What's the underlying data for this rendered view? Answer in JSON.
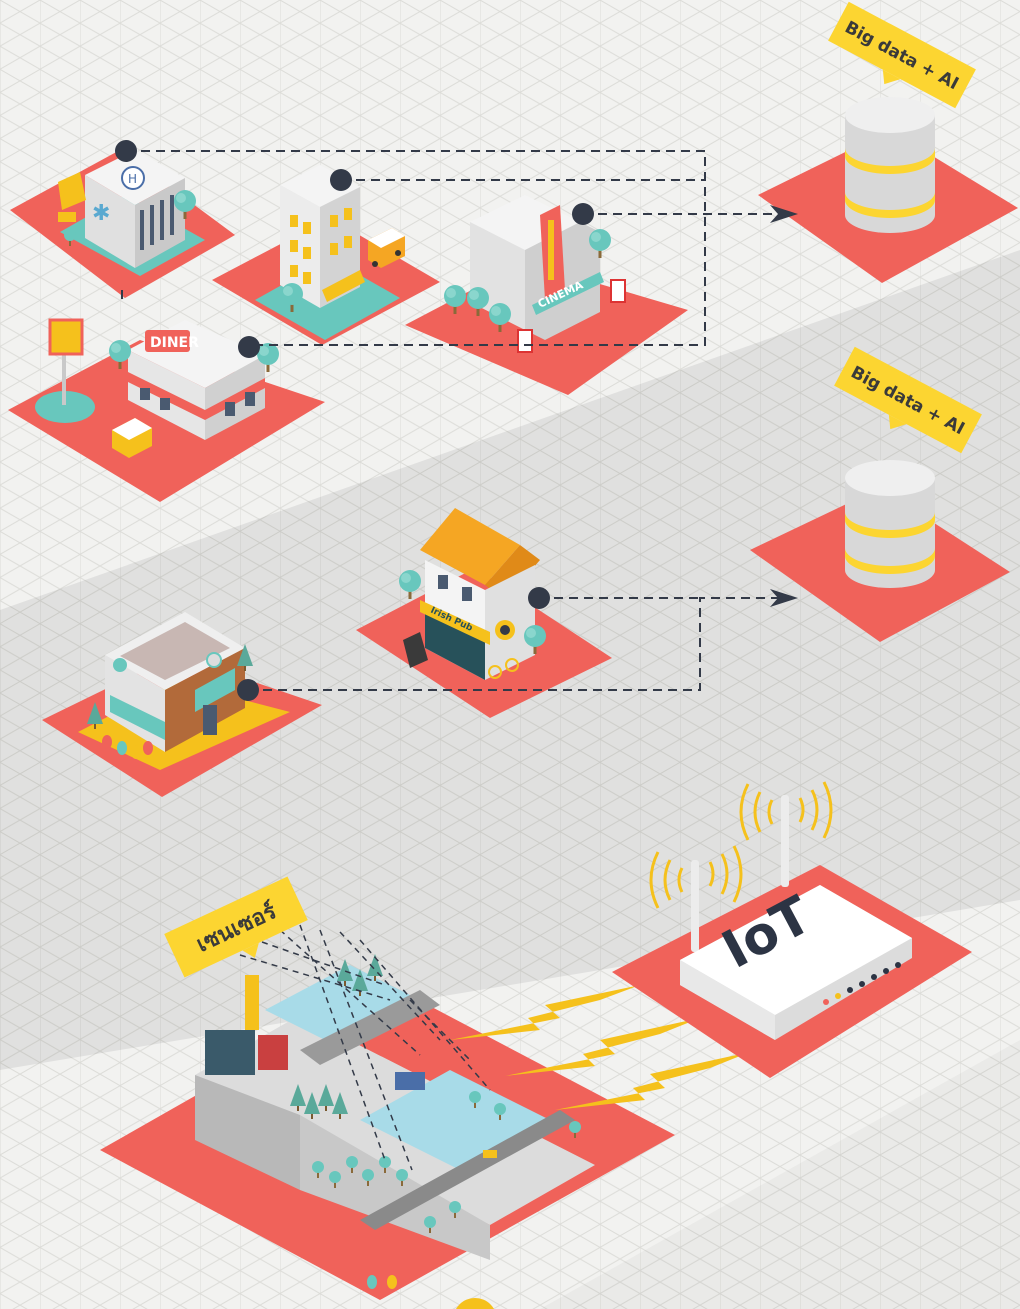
{
  "labels": {
    "bigdata_top": "Big data + AI",
    "bigdata_mid": "Big data + AI",
    "sensor": "เซนเซอร์",
    "iot": "IoT",
    "diner_sign": "DINER",
    "cinema_sign": "CINEMA",
    "pub_sign": "Irish Pub"
  },
  "colors": {
    "background": "#f2f2f0",
    "platform": "#f0625a",
    "label": "#fcd531",
    "connector": "#333a48",
    "lightning": "#f5c11c",
    "database_body": "#d8d8d8",
    "database_band": "#fcd531",
    "teal": "#68c7bd"
  },
  "icons": {
    "hospital": "hospital-building-icon",
    "apartment": "apartment-building-icon",
    "cinema": "cinema-building-icon",
    "diner": "diner-building-icon",
    "cafe": "cafe-building-icon",
    "pub": "pub-building-icon",
    "database": "database-icon",
    "router": "wifi-router-icon",
    "dam": "dam-scene-icon"
  }
}
